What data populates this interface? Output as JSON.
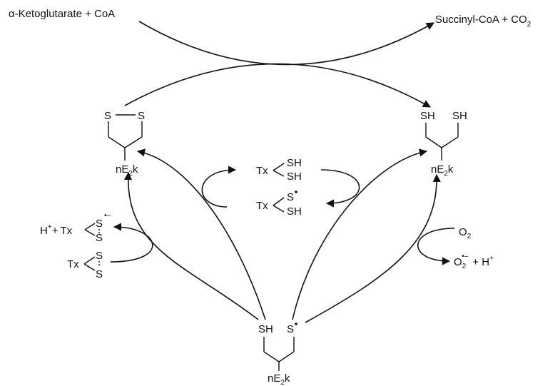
{
  "top": {
    "substrate": "α-Ketoglutarate + CoA",
    "product_main": "Succinyl-CoA + CO",
    "product_sub": "2"
  },
  "enzyme": {
    "prefix": "nE",
    "sub": "2",
    "suffix": "k"
  },
  "left_complex": {
    "s1": "S",
    "s2": "S"
  },
  "right_complex": {
    "sh1": "SH",
    "sh2": "SH"
  },
  "bottom_complex": {
    "sh": "SH",
    "s": "S"
  },
  "center_top": {
    "tx": "Tx",
    "sh1": "SH",
    "sh2": "SH"
  },
  "center_bottom": {
    "tx": "Tx",
    "s": "S",
    "sh": "SH"
  },
  "left_upper": {
    "h": "H",
    "plus_sup": "+",
    "plus": "+",
    "tx": "Tx",
    "s1": "S",
    "rad": "•–",
    "s2": "S"
  },
  "left_lower": {
    "tx": "Tx",
    "s1": "S",
    "s2": "S"
  },
  "right_side": {
    "o2": "O",
    "o2_sub": "2",
    "superoxide": "O",
    "superoxide_sub": "2",
    "superoxide_sup": "•–",
    "plus_h": "+ H",
    "plus_sup": "+"
  },
  "colors": {
    "ink": "#111111",
    "background": "#ffffff"
  }
}
